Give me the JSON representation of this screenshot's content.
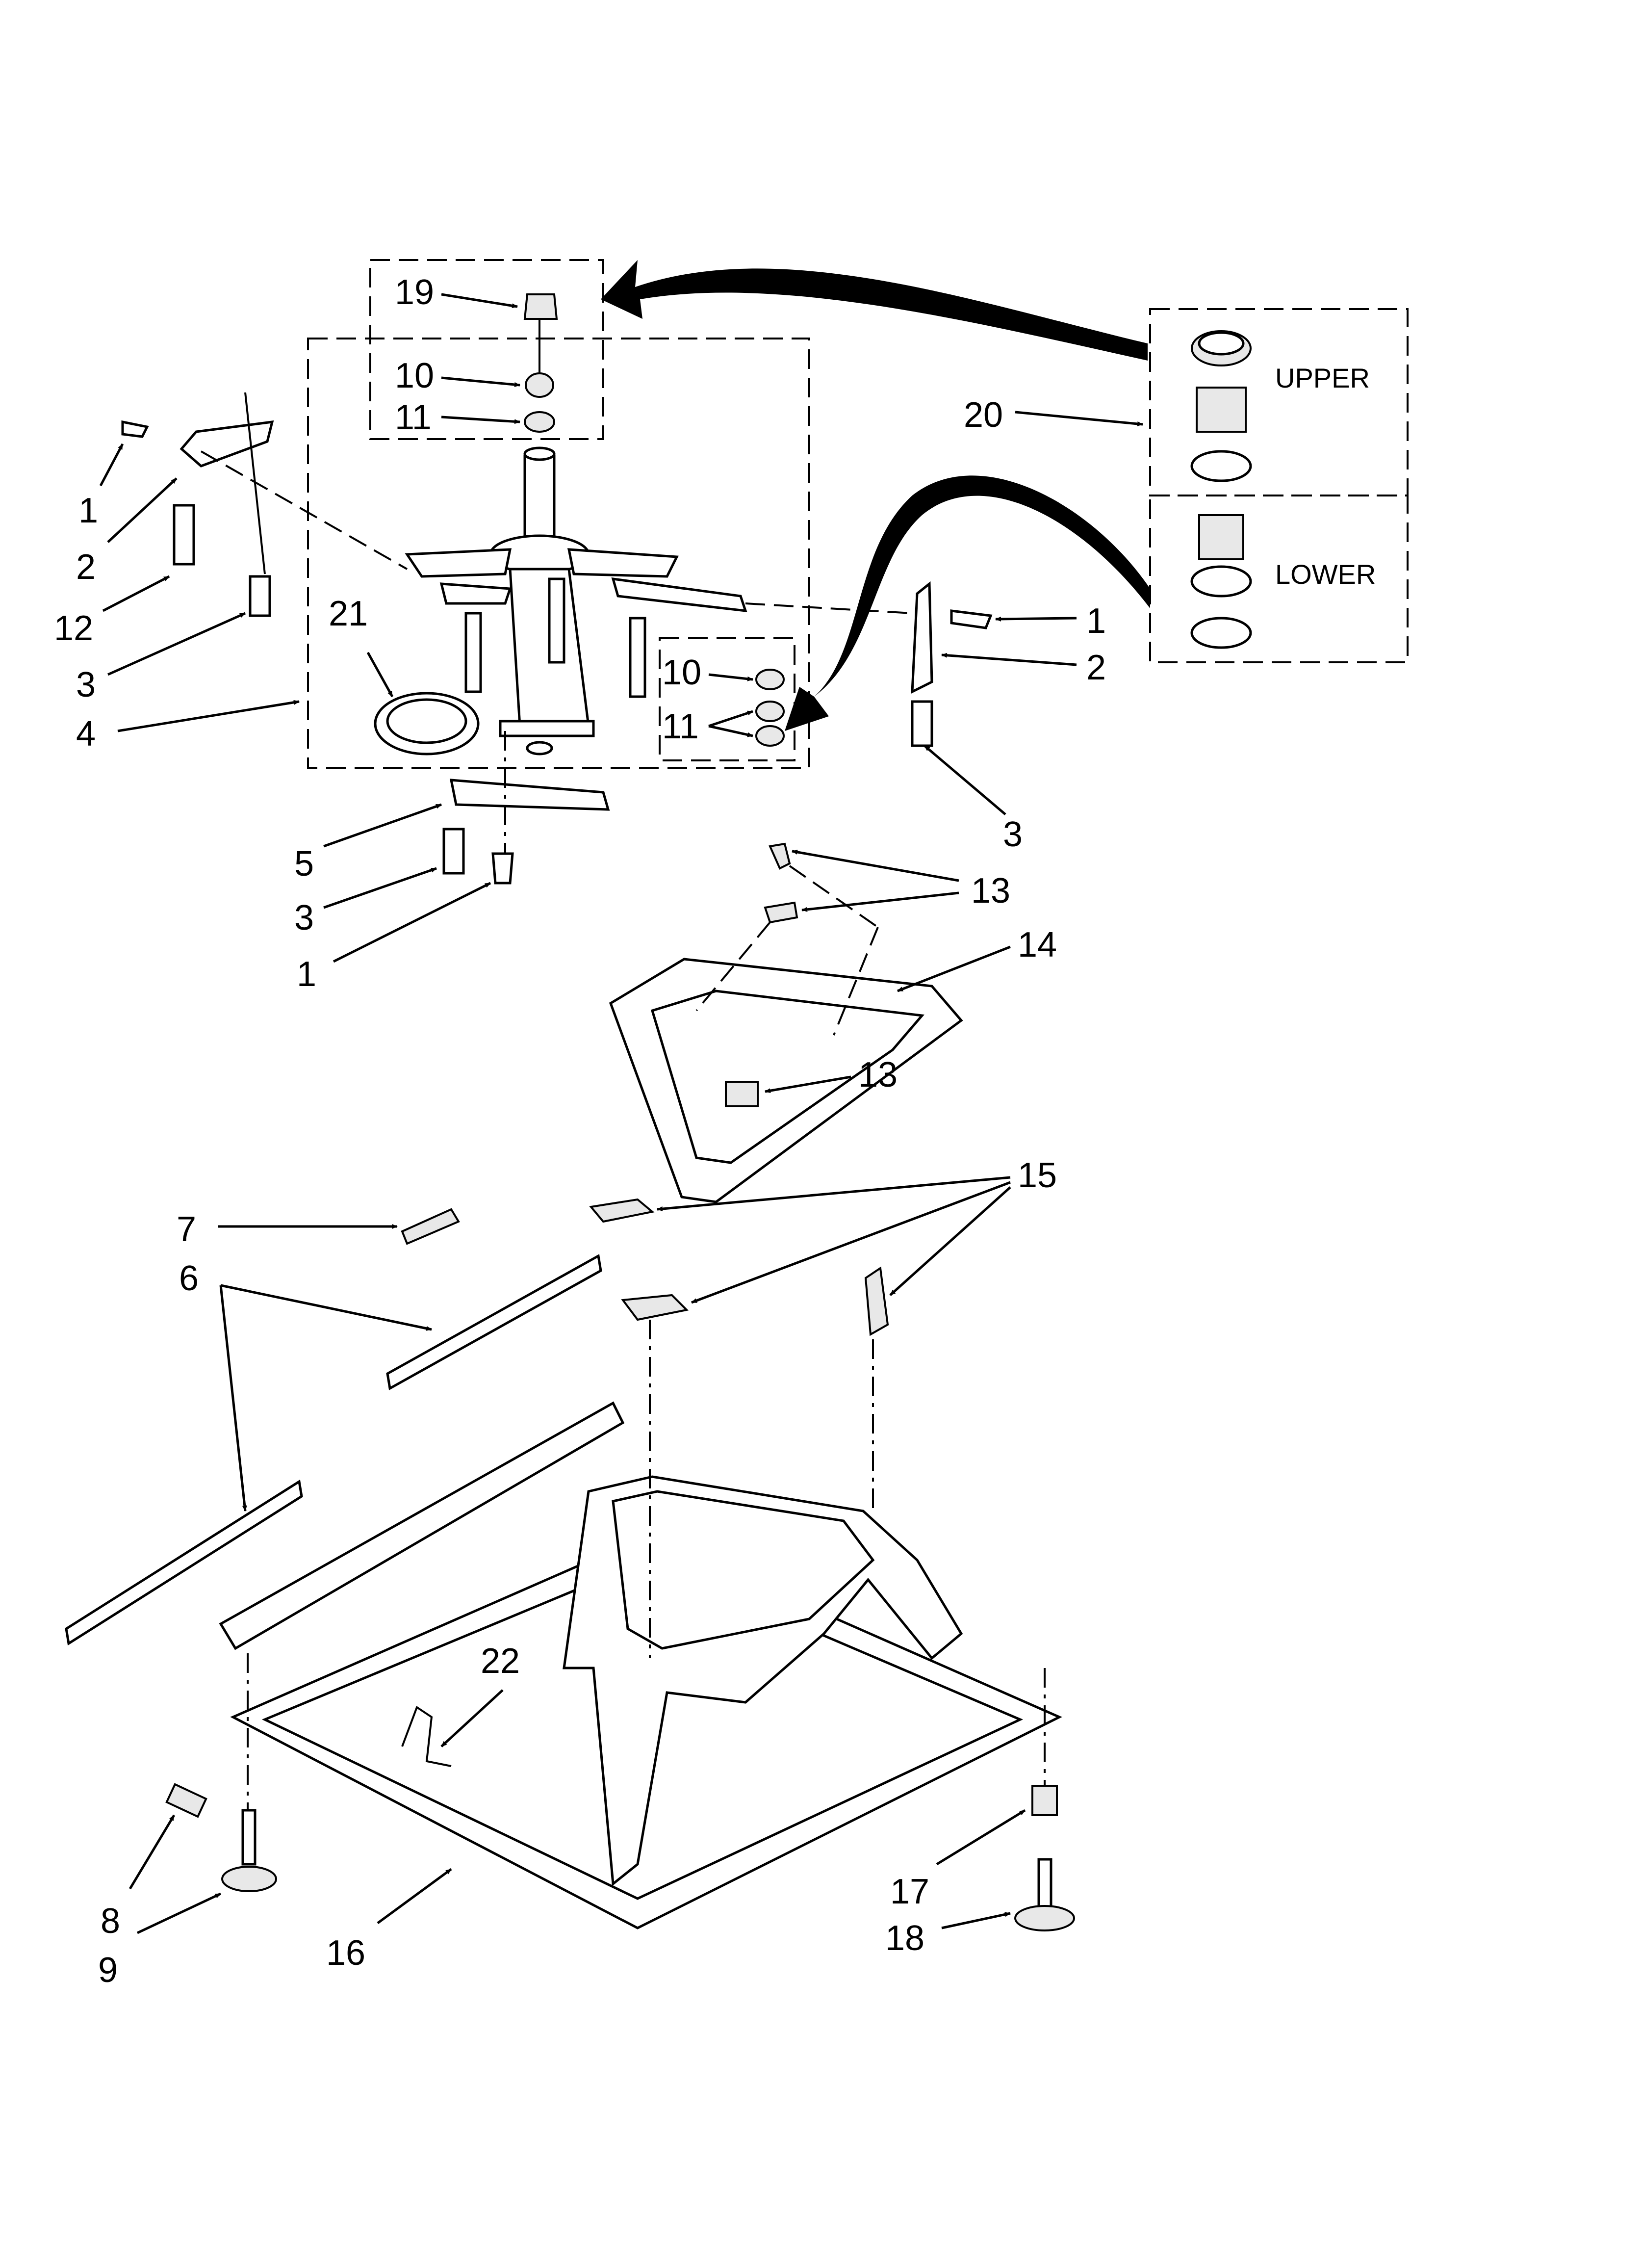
{
  "callouts": {
    "c1a": "1",
    "c2a": "2",
    "c12": "12",
    "c3a": "3",
    "c4": "4",
    "c21": "21",
    "c19": "19",
    "c10a": "10",
    "c11a": "11",
    "c20": "20",
    "c1b": "1",
    "c2b": "2",
    "c3b": "3",
    "c10b": "10",
    "c11b": "11",
    "c5": "5",
    "c3c": "3",
    "c1c": "1",
    "c13a": "13",
    "c14": "14",
    "c13b": "13",
    "c15": "15",
    "c7": "7",
    "c6": "6",
    "c22": "22",
    "c8": "8",
    "c9": "9",
    "c16": "16",
    "c17": "17",
    "c18": "18"
  },
  "bearing_kit": {
    "upper": "UPPER",
    "lower": "LOWER"
  }
}
